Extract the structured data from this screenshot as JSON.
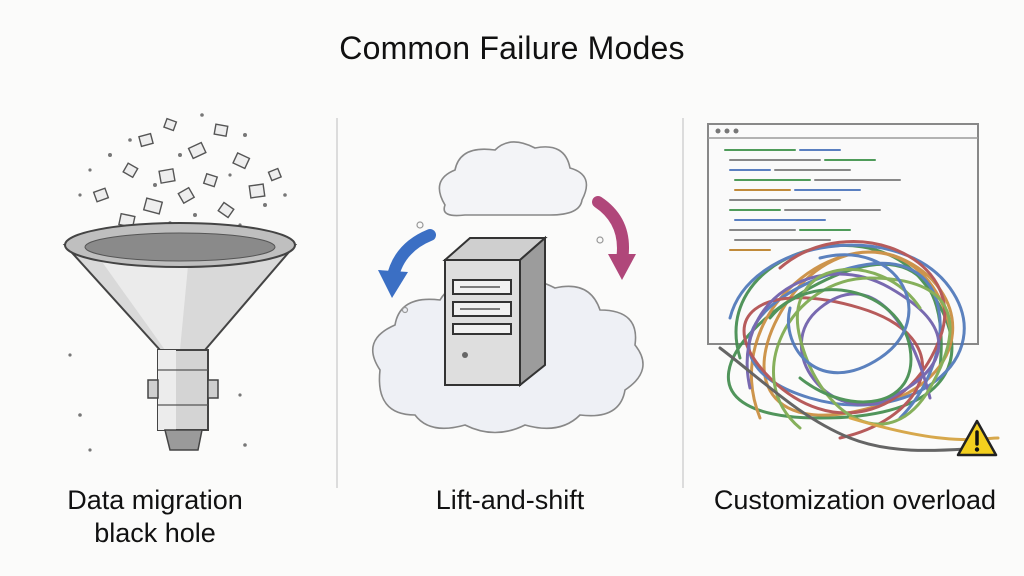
{
  "title": "Common Failure Modes",
  "panels": [
    {
      "caption": "Data migration black hole",
      "illustration": "funnel-with-data-fragments"
    },
    {
      "caption": "Lift-and-shift",
      "illustration": "server-in-cloud-with-arrows"
    },
    {
      "caption": "Customization overload",
      "illustration": "tangled-wires-over-code-window"
    }
  ],
  "colors": {
    "arrow_blue": "#3b6fc4",
    "arrow_magenta": "#b0477a",
    "warning_yellow": "#f3cf1e",
    "wires": [
      "#3f8a4a",
      "#c98a3a",
      "#4a74b8",
      "#b04a4a",
      "#6a5aa8",
      "#7aa84a",
      "#d4a03a",
      "#555555"
    ]
  },
  "icons": {
    "warning": "warning-icon"
  }
}
